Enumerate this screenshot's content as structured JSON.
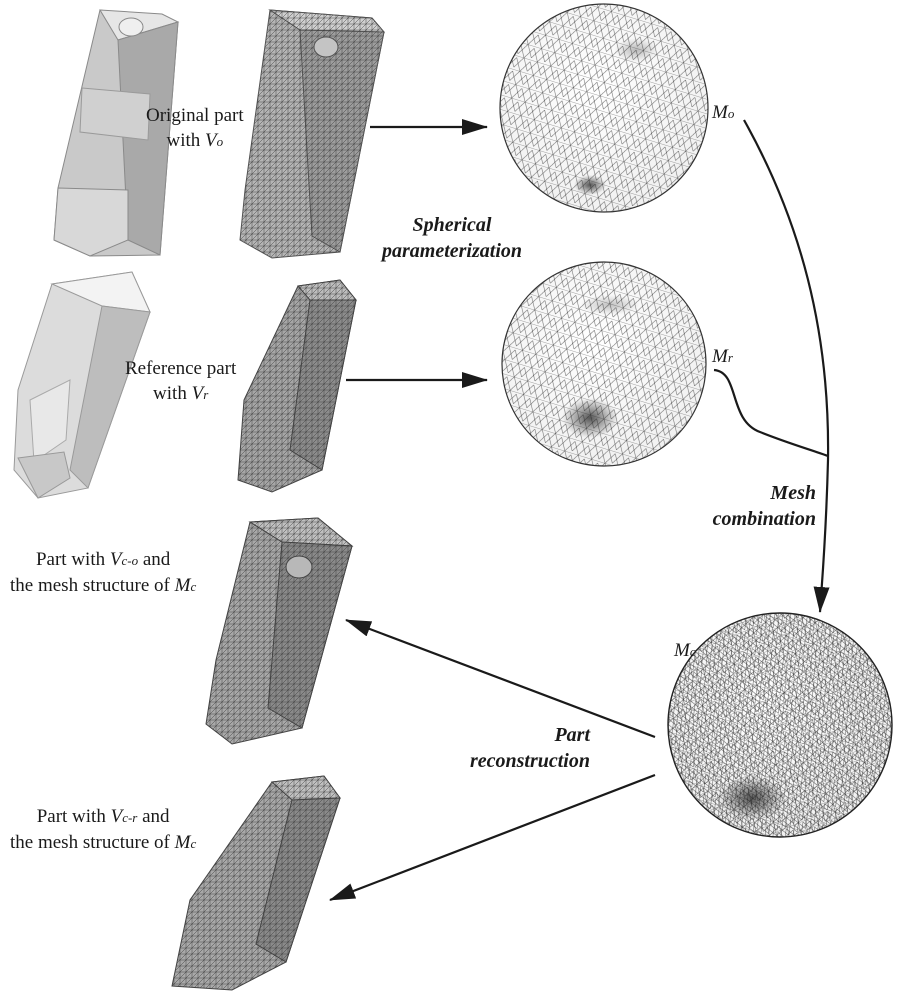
{
  "labels": {
    "original": {
      "line1": "Original part",
      "with": "with ",
      "sym": "V",
      "sub": "o"
    },
    "reference": {
      "line1": "Reference part",
      "with": "with ",
      "sym": "V",
      "sub": "r"
    },
    "spherical": {
      "line1": "Spherical",
      "line2": "parameterization"
    },
    "mesh_combination": {
      "line1": "Mesh",
      "line2": "combination"
    },
    "part_reconstruction": {
      "line1": "Part",
      "line2": "reconstruction"
    },
    "part_co": {
      "pre": "Part with ",
      "sym": "V",
      "sub": "c-o",
      "post": " and",
      "line2": "the mesh structure of ",
      "sym2": "M",
      "sub2": "c"
    },
    "part_cr": {
      "pre": "Part with ",
      "sym": "V",
      "sub": "c-r",
      "post": " and",
      "line2": "the mesh structure of ",
      "sym2": "M",
      "sub2": "c"
    }
  },
  "spheres": {
    "mo": {
      "sym": "M",
      "sub": "o"
    },
    "mr": {
      "sym": "M",
      "sub": "r"
    },
    "mc": {
      "sym": "M",
      "sub": "c"
    }
  },
  "colors": {
    "ink": "#1a1a1a",
    "solid": "#bdbdbd",
    "mesh": "#7a7a7a",
    "light": "#e2e2e2"
  }
}
